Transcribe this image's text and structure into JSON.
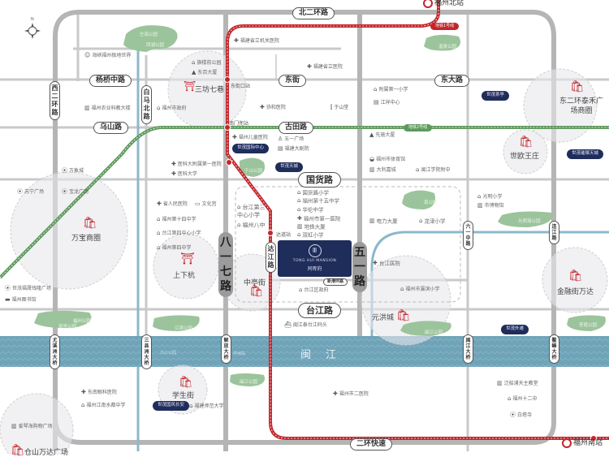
{
  "colors": {
    "metro_line_1": "#c2262b",
    "metro_line_2": "#5d9a5d",
    "river": "#6fa3b8",
    "river_blue_road": "#8cb8cc",
    "road": "#b5b5b5",
    "park": "#9cc49c",
    "badge_navy": "#1f2d5a",
    "project": "#1f2d5a",
    "shopping": "#c2262b"
  },
  "compass": {
    "label": "N"
  },
  "roads": {
    "north_ring": "北二环路",
    "yangqiao": "杨桥中路",
    "dongjie": "东街",
    "dongda": "东大路",
    "wushan": "乌山路",
    "gutian": "古田路",
    "guohuo": "国货路",
    "taijiang": "台江路",
    "erhuan_express": "二环快速",
    "west_ring": "西二环路",
    "baima": "白马北路",
    "bayiqi": "八一七路",
    "wuyi": "五一路",
    "liuyi": "六一中路",
    "lianjiang": "连江路",
    "dajiang": "达江路",
    "xindao": "新港环路"
  },
  "bridges": [
    "尤溪洲大桥",
    "三县洲大桥",
    "解放大桥",
    "闽江大桥",
    "鳌峰大桥"
  ],
  "river": {
    "name": "闽江",
    "island": "江心公园",
    "sandbar": "中洲岛"
  },
  "metro": {
    "line1_label": "地铁1号线",
    "line2_label": "地铁2号线",
    "stations": [
      "东街口站",
      "南门兜站",
      "达道站"
    ]
  },
  "rail_stations": {
    "north": "福州北站",
    "south": "福州南站"
  },
  "project": {
    "logo": "Ⅲ",
    "name_en": "TONG HUI MANSION",
    "name_cn": "同晖府"
  },
  "areas": {
    "sanfang": "三坊七巷",
    "wanbao": "万宝商圈",
    "shangxiahang": "上下杭",
    "zhongting": "中亭街",
    "shiou": "世欧王庄",
    "dongerhuan": "东二环泰禾广场商圈",
    "jinrongjie": "金融街万达",
    "yuanhongcheng": "元洪城",
    "xueshengjie": "学生街",
    "cangshan": "仓山万达广场"
  },
  "parks": [
    "左海公园",
    "西湖公园",
    "温泉公园",
    "于山公园",
    "南公园",
    "光明港公园",
    "茶亭公园",
    "江滨公园",
    "闽江公园",
    "苍霞公园",
    "闽江公园",
    "福州公园",
    "江滨公园"
  ],
  "badges": [
    "世茂茶亭",
    "世茂国际中心",
    "世茂天城",
    "世茂璀璨天城",
    "世茂外滩",
    "世茂国风长安"
  ],
  "pois": {
    "haixia": "海峡福州极地世界",
    "shengli": "福建省立机关医院",
    "shengzhong": "福建省立医院",
    "jingde": "旗楼前公园",
    "dongfang": "东百大厦",
    "xiehe": "协和医院",
    "yushan": "于山堂",
    "fushi": "福州市政府",
    "nongye": "福州农业科教大楼",
    "fuzhong": "附属第一小学",
    "jiangyun": "江祥中心",
    "ertong": "福州儿童医院",
    "wuyi_sq": "五一广场",
    "fujian_theatre": "福建大剧院",
    "xianjin": "先施大厦",
    "tiyu": "福州市体育馆",
    "dali": "大利嘉城",
    "minjiang_xue": "闽江学院附中",
    "yikefuyi": "医科大附属第一医院",
    "yike": "医科大学",
    "wanxiang": "万象城",
    "suning": "苏宁广场",
    "baolong": "宝龙广场",
    "shengren": "省人民医院",
    "wenhua": "文化宫",
    "fu14": "福州第十四中学",
    "tj4": "台江第四中心小学",
    "fu4": "福州第四中学",
    "tj3": "台江第三中心小学",
    "fu8": "福州八中",
    "guohuo_xx": "国货路小学",
    "fu15": "福州第十五中学",
    "hualun": "华伦中学",
    "fu1y": "福州市第一医院",
    "ditie": "地铁大厦",
    "shuanghong": "双虹小学",
    "dianli": "电力大厦",
    "longjin": "龙津小学",
    "guangming": "光明小学",
    "bowu": "市博物馆",
    "tjyy": "台江医院",
    "yingbin": "福州市瀛滨小学",
    "tjqzf": "台江区政府",
    "tjmt": "闽江泰台江码头",
    "shimao_jy": "世茂福晟钱隆广场",
    "tushu": "福州图书馆",
    "donghai": "东南眼科医院",
    "jiangnan": "福州江南水都中学",
    "shijin": "爱琴海购物广场",
    "shida": "福建师范大学",
    "eryuan": "福州市二医院",
    "tianzhu": "泛船浦天主教堂",
    "fu12": "福州十二中",
    "yanta": "白塔寺"
  }
}
